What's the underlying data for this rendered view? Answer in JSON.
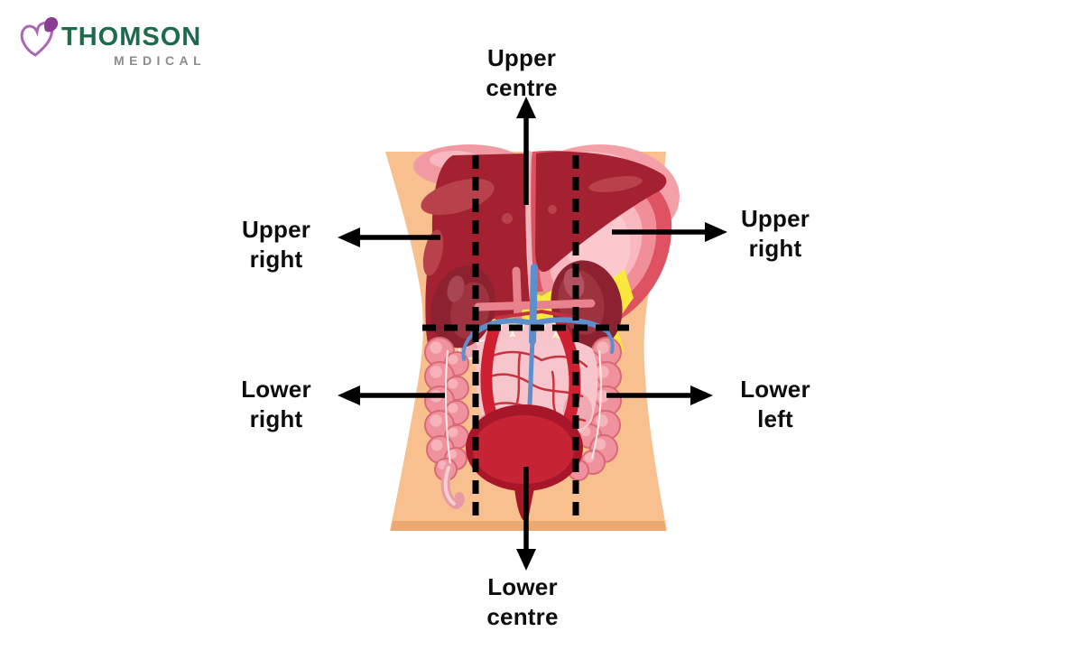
{
  "page": {
    "background": "#FFFFFF"
  },
  "logo": {
    "brand": "THOMSON",
    "subtitle": "MEDICAL",
    "brand_color": "#1E6B4B",
    "subtitle_color": "#8A8C8E",
    "butterfly_light": "#AC66B5",
    "butterfly_dark": "#8A3D92"
  },
  "labels": {
    "upper_centre": {
      "line1": "Upper",
      "line2": "centre"
    },
    "upper_right_west": {
      "line1": "Upper",
      "line2": "right"
    },
    "upper_right_east": {
      "line1": "Upper",
      "line2": "right"
    },
    "lower_right": {
      "line1": "Lower",
      "line2": "right"
    },
    "lower_left": {
      "line1": "Lower",
      "line2": "left"
    },
    "lower_centre": {
      "line1": "Lower",
      "line2": "centre"
    }
  },
  "illustration": {
    "subject": "abdomen-regions-torso",
    "organs": [
      "lungs",
      "liver",
      "stomach",
      "kidneys",
      "pancreas-fat",
      "transverse-colon",
      "ascending-colon",
      "descending-colon",
      "small-intestine",
      "blood-vessels",
      "bladder",
      "appendix"
    ],
    "colors": {
      "skin": "#F7C08E",
      "skin_shade": "#ECA871",
      "lung_pink": "#F19AA3",
      "lung_pink_light": "#F7B9BF",
      "liver": "#A32130",
      "liver_highlight": "#B8414C",
      "stomach_outer": "#DE5261",
      "stomach_mid": "#F18E9A",
      "stomach_inner": "#F9B7BF",
      "stomach_core": "#FBC8CE",
      "gallbladder_tan": "#D9A368",
      "fat_yellow": "#FBE83D",
      "kidney": "#8C2130",
      "kidney_inner": "#9E3340",
      "colon": "#F0929E",
      "colon_highlight": "#F7B3BA",
      "colon_light": "#F5C3C9",
      "intestine": "#F7C6CC",
      "intestine_line": "#C9323F",
      "vessel_red": "#CE2030",
      "vessel_pink": "#E8838E",
      "vessel_blue": "#5E8FCC",
      "bladder": "#C62434",
      "bladder_dark": "#A81729",
      "divider": "#000000",
      "arrow": "#000000",
      "label_text": "#0D0D0D"
    }
  }
}
